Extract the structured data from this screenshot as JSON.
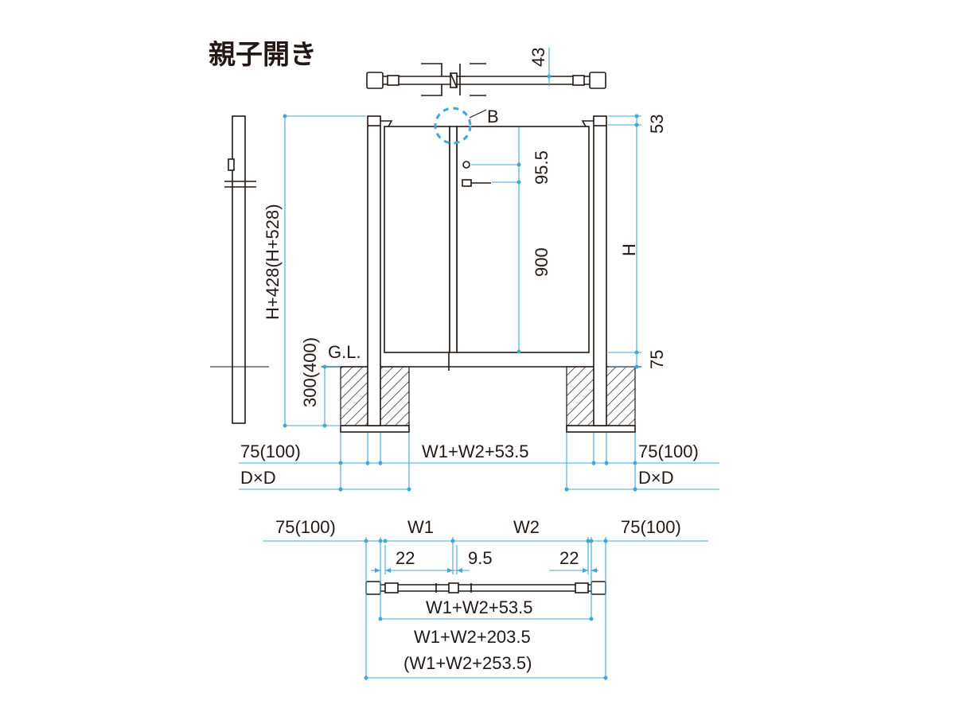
{
  "title": "親子開き",
  "detail_marker": "B",
  "labels": {
    "top_43": "43",
    "top_53": "53",
    "handle_95_5": "95.5",
    "handle_900": "900",
    "height_H": "H",
    "bottom_75": "75",
    "total_height": "H+428(H+528)",
    "embed_depth": "300(400)",
    "ground_level": "G.L.",
    "left_margin": "75(100)",
    "right_margin": "75(100)",
    "mid_width": "W1+W2+53.5",
    "left_footing": "D×D",
    "right_footing": "D×D",
    "plan_left_margin": "75(100)",
    "plan_w1": "W1",
    "plan_w2": "W2",
    "plan_right_margin": "75(100)",
    "plan_22_left": "22",
    "plan_9_5": "9.5",
    "plan_22_right": "22",
    "plan_inner": "W1+W2+53.5",
    "plan_outer": "W1+W2+203.5",
    "plan_outer_alt": "(W1+W2+253.5)"
  },
  "colors": {
    "line": "#231815",
    "dimension": "#3fa7dc"
  }
}
